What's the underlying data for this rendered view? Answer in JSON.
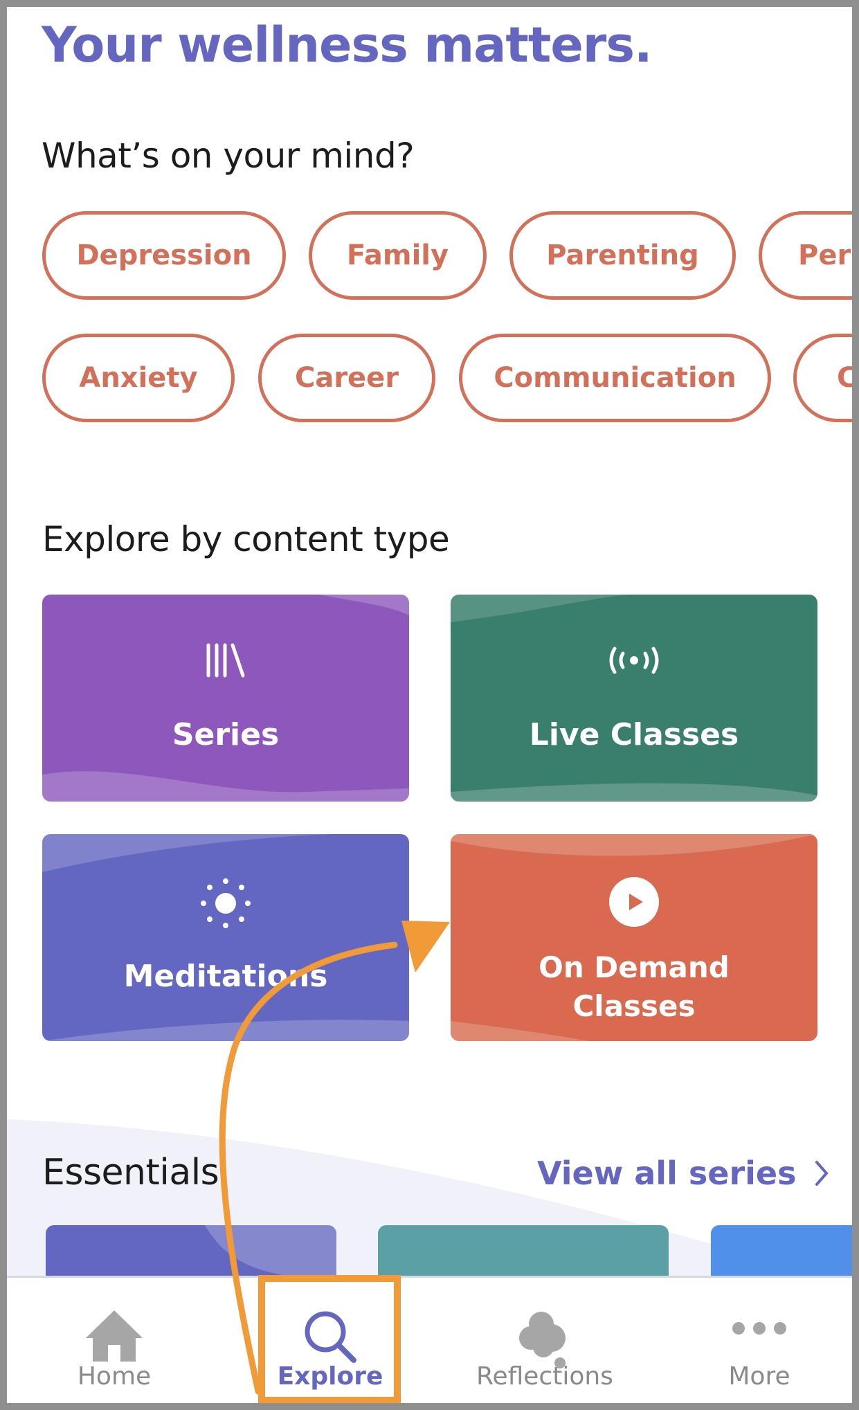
{
  "header": {
    "title": "Your wellness matters."
  },
  "topics": {
    "heading": "What’s on your mind?",
    "row1": [
      "Depression",
      "Family",
      "Parenting",
      "Pers"
    ],
    "row2": [
      "Anxiety",
      "Career",
      "Communication",
      "C"
    ]
  },
  "content_types": {
    "heading": "Explore by content type",
    "cards": [
      {
        "label": "Series",
        "icon": "library-icon",
        "color": "#8e57bc"
      },
      {
        "label": "Live Classes",
        "icon": "broadcast-icon",
        "color": "#3a7f6d"
      },
      {
        "label": "Meditations",
        "icon": "sun-icon",
        "color": "#6467c1"
      },
      {
        "label": "On Demand Classes",
        "line1": "On Demand",
        "line2": "Classes",
        "icon": "play-icon",
        "color": "#d96a4f"
      }
    ]
  },
  "essentials": {
    "heading": "Essentials",
    "view_all": "View all series"
  },
  "nav": {
    "items": [
      {
        "label": "Home",
        "icon": "home-icon"
      },
      {
        "label": "Explore",
        "icon": "search-icon",
        "active": true
      },
      {
        "label": "Reflections",
        "icon": "thought-cloud-icon"
      },
      {
        "label": "More",
        "icon": "more-dots-icon"
      }
    ]
  },
  "colors": {
    "accent": "#6466c0",
    "chip": "#d2705a",
    "highlight": "#f09a38"
  }
}
